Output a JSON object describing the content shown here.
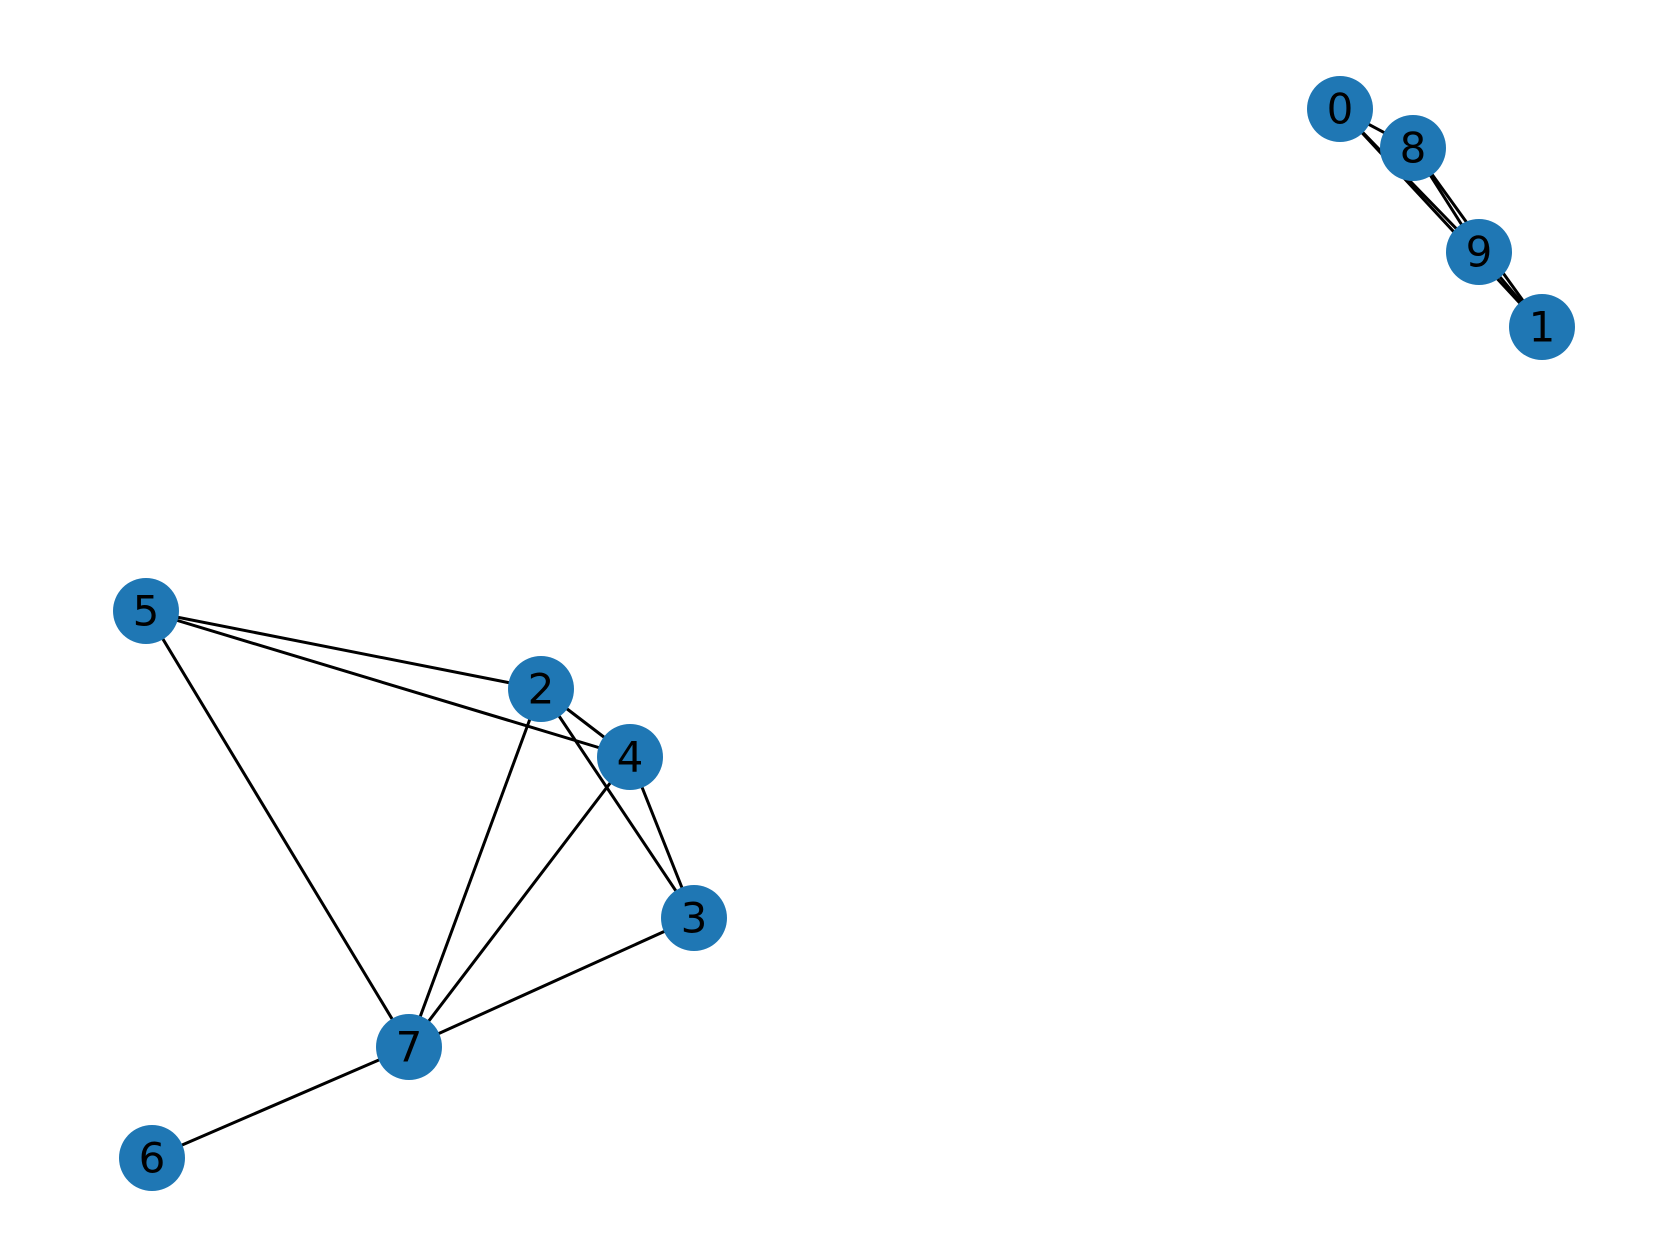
{
  "graph": {
    "node_color": "#1f77b4",
    "edge_color": "#000000",
    "nodes": [
      "0",
      "1",
      "2",
      "3",
      "4",
      "5",
      "6",
      "7",
      "8",
      "9"
    ],
    "edges": [
      [
        "0",
        "8"
      ],
      [
        "0",
        "9"
      ],
      [
        "0",
        "1"
      ],
      [
        "8",
        "9"
      ],
      [
        "8",
        "1"
      ],
      [
        "9",
        "1"
      ],
      [
        "5",
        "2"
      ],
      [
        "5",
        "4"
      ],
      [
        "5",
        "7"
      ],
      [
        "2",
        "4"
      ],
      [
        "2",
        "3"
      ],
      [
        "2",
        "7"
      ],
      [
        "4",
        "3"
      ],
      [
        "4",
        "7"
      ],
      [
        "3",
        "7"
      ],
      [
        "7",
        "6"
      ]
    ]
  }
}
